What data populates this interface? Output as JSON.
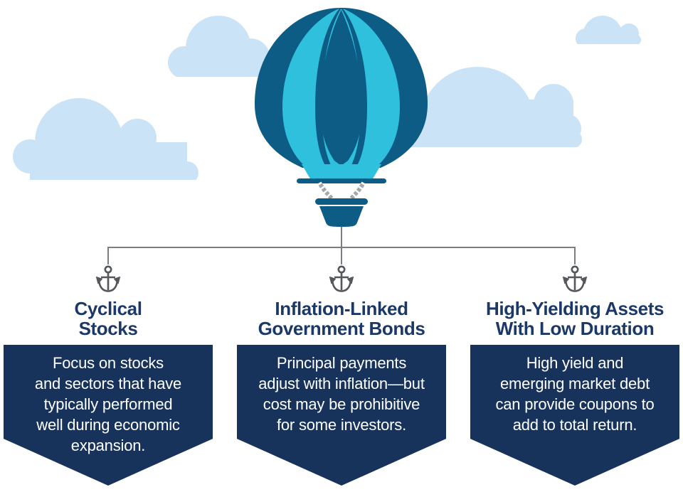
{
  "colors": {
    "navy": "#17335c",
    "heading_navy": "#1b3867",
    "balloon_dark": "#0c5c85",
    "balloon_teal": "#2fc0dd",
    "cloud_blue": "#cbe3f7",
    "line_gray": "#7a7d81",
    "anchor_gray": "#54575c",
    "rope_gray": "#a3a8ae",
    "body_text": "#ffffff"
  },
  "scene": {
    "balloon_icon": "hot-air-balloon-icon",
    "cloud_icon": "cloud-icon",
    "anchor_icon": "anchor-icon",
    "connector": "bracket-connector-line"
  },
  "columns": [
    {
      "icon": "anchor-icon",
      "heading_lines": [
        "Cyclical",
        "Stocks"
      ],
      "body_lines": [
        "Focus on stocks",
        "and sectors that have",
        "typically performed",
        "well during economic",
        "expansion."
      ]
    },
    {
      "icon": "anchor-icon",
      "heading_lines": [
        "Inflation-Linked",
        "Government Bonds"
      ],
      "body_lines": [
        "Principal payments",
        "adjust with inflation—but",
        "cost may be prohibitive",
        "for some investors."
      ]
    },
    {
      "icon": "anchor-icon",
      "heading_lines": [
        "High-Yielding Assets",
        "With Low Duration"
      ],
      "body_lines": [
        "High yield and",
        "emerging market debt",
        "can provide coupons to",
        "add to total return."
      ]
    }
  ]
}
